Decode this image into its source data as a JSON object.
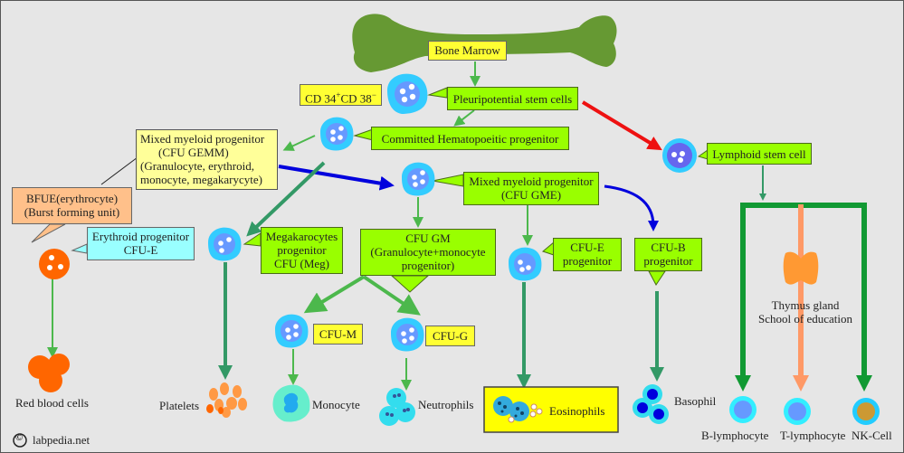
{
  "title": "Bone Marrow",
  "stem": {
    "cd_marker_a": "CD 34",
    "cd_sup_a": "+",
    "cd_marker_b": "CD 38",
    "cd_sup_b": "−",
    "pleuripotential": "Pleuripotential stem cells",
    "committed": "Committed Hematopoeitic progenitor",
    "lymphoid": "Lymphoid stem cell"
  },
  "myeloid": {
    "cfu_gemm": [
      "Mixed myeloid progenitor",
      "(CFU GEMM)",
      "(Granulocyte, erythroid,",
      "monocyte,  megakarycyte)"
    ],
    "bfue": [
      "BFUE(erythrocyte)",
      "(Burst forming unit)"
    ],
    "erythroid": [
      "Erythroid progenitor",
      "CFU-E"
    ],
    "megakaryocyte": [
      "Megakarocytes",
      "progenitor",
      "CFU (Meg)"
    ],
    "cfu_gme": [
      "Mixed myeloid progenitor",
      "(CFU GME)"
    ],
    "cfu_gm": [
      "CFU GM",
      "(Granulocyte+monocyte",
      "progenitor)"
    ],
    "cfu_e": [
      "CFU-E",
      "progenitor"
    ],
    "cfu_b": [
      "CFU-B",
      "progenitor"
    ],
    "cfu_m": "CFU-M",
    "cfu_g": "CFU-G"
  },
  "mature": {
    "rbc": "Red blood cells",
    "platelets": "Platelets",
    "monocyte": "Monocyte",
    "neutrophils": "Neutrophils",
    "eosinophils": "Eosinophils",
    "basophil": "Basophil",
    "b_lymph": "B-lymphocyte",
    "t_lymph": "T-lymphocyte",
    "nk": "NK-Cell"
  },
  "thymus": [
    "Thymus gland",
    "School of education"
  ],
  "credit": "labpedia.net",
  "credit_symbol": "©",
  "colors": {
    "bone": "#669933",
    "green_box": "#99ff00",
    "yellow_box": "#ffff33",
    "cell_outer": "#33ccff",
    "cell_inner": "#6699ff",
    "arrow_green": "#339966",
    "arrow_light_green": "#4cb84c",
    "arrow_red": "#ee1111",
    "arrow_blue": "#0000dd",
    "lymph_frame": "#119933",
    "thymus_orange": "#ff9933"
  }
}
